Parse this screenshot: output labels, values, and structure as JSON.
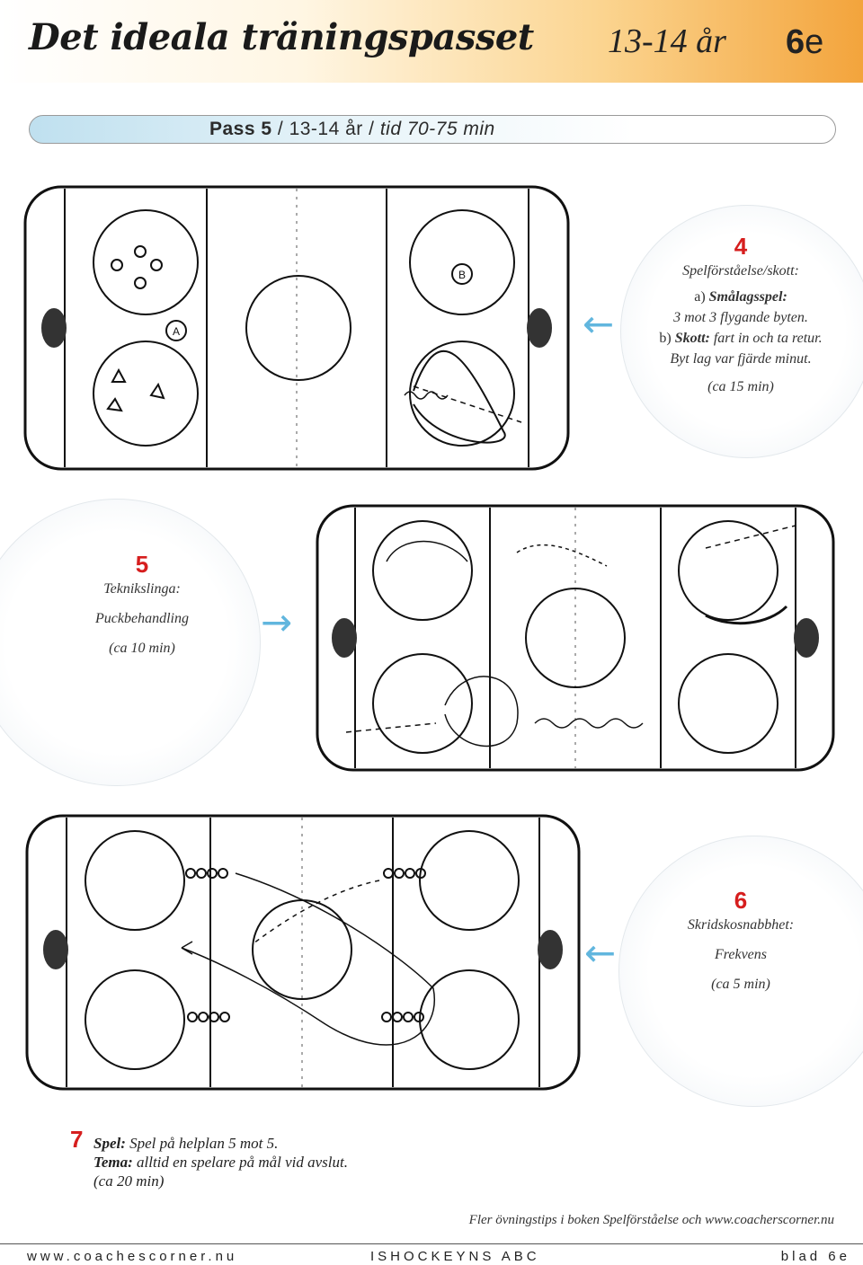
{
  "header": {
    "title": "Det ideala träningspasset",
    "age": "13-14 år",
    "blad_num": "6",
    "blad_letter": "e"
  },
  "pass": {
    "label_bold": "Pass 5",
    "sep1": " / ",
    "age": "13-14 år",
    "sep2": " / ",
    "time": "tid 70-75 min"
  },
  "drills": {
    "d4": {
      "num": "4",
      "heading": "Spelförståelse/skott:",
      "line_a_prefix": "a) ",
      "line_a_bold": "Smålagsspel:",
      "line_a2": "3 mot 3 flygande byten.",
      "line_b_prefix": "b) ",
      "line_b_bold": "Skott:",
      "line_b_rest": " fart in och ta retur.",
      "line_c": "Byt lag var fjärde minut.",
      "time": "(ca 15 min)"
    },
    "d5": {
      "num": "5",
      "heading": "Tekniksling​a:",
      "sub": "Puckbehandling",
      "time": "(ca 10 min)"
    },
    "d6": {
      "num": "6",
      "heading": "Skridskosnabbhet:",
      "sub": "Frekvens",
      "time": "(ca 5 min)"
    },
    "d7": {
      "num": "7",
      "spel_bold": "Spel:",
      "spel_rest": " Spel på helplan 5 mot 5.",
      "tema_bold": "Tema:",
      "tema_rest": " alltid en spelare på mål vid avslut.",
      "time": "(ca 20 min)"
    }
  },
  "diagram_labels": {
    "a": "A",
    "b": "B"
  },
  "colors": {
    "accent_red": "#d61e1e",
    "arrow_blue": "#61b6de",
    "header_orange": "#f3a43c"
  },
  "icons": {
    "pointer": "arrow-left-icon",
    "pointer_right": "arrow-right-icon"
  },
  "footer": {
    "fler": "Fler övningstips i boken Spelförståelse och www.coacherscorner.nu",
    "left": "www.coachescorner.nu",
    "center": "ISHOCKEYNS ABC",
    "right": "blad 6e"
  }
}
